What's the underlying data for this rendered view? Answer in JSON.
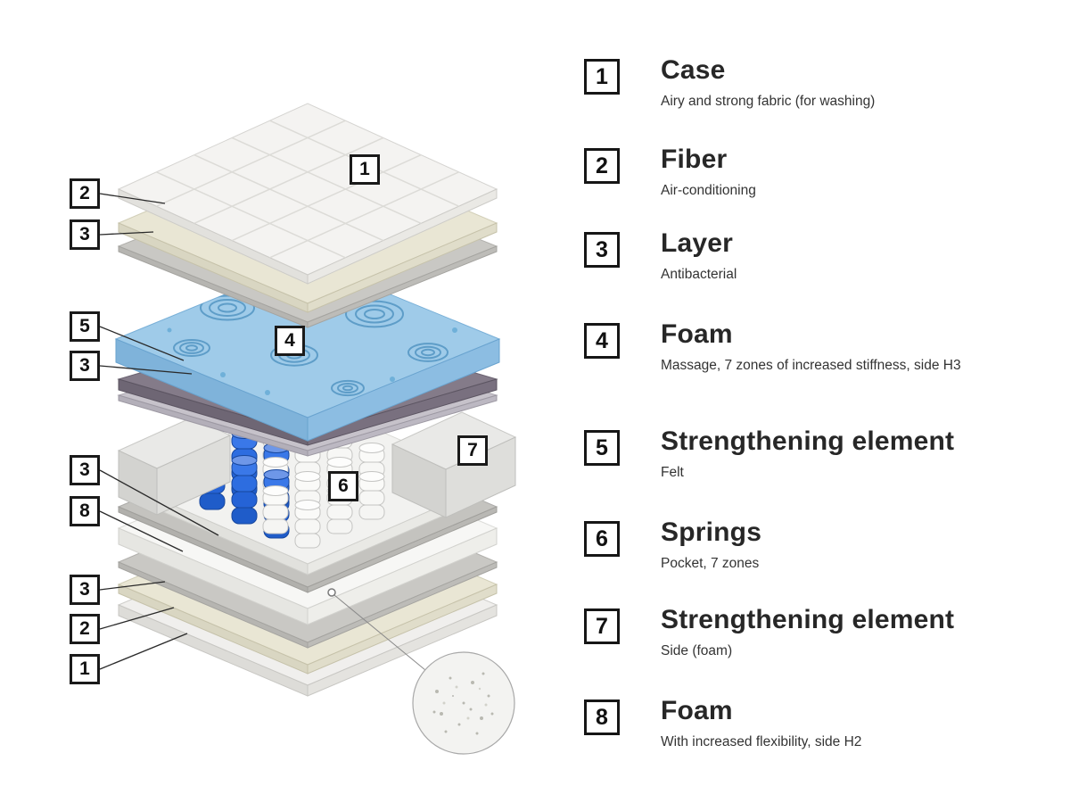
{
  "legend": {
    "items": [
      {
        "number": "1",
        "title": "Case",
        "subtitle": "Airy and strong fabric (for washing)"
      },
      {
        "number": "2",
        "title": "Fiber",
        "subtitle": "Air-conditioning"
      },
      {
        "number": "3",
        "title": "Layer",
        "subtitle": "Antibacterial"
      },
      {
        "number": "4",
        "title": "Foam",
        "subtitle": "Massage, 7 zones of increased stiffness, side H3"
      },
      {
        "number": "5",
        "title": "Strengthening element",
        "subtitle": "Felt"
      },
      {
        "number": "6",
        "title": "Springs",
        "subtitle": "Pocket, 7 zones"
      },
      {
        "number": "7",
        "title": "Strengthening element",
        "subtitle": "Side (foam)"
      },
      {
        "number": "8",
        "title": "Foam",
        "subtitle": "With increased flexibility, side H2"
      }
    ]
  },
  "diagram": {
    "markers": [
      "2",
      "3",
      "5",
      "3",
      "3",
      "8",
      "3",
      "2",
      "1",
      "1",
      "4",
      "6",
      "7"
    ],
    "colors": {
      "marker_border": "#1a1a1a",
      "foam_blue": "#9fcbe9",
      "spring_blue": "#2563d6",
      "fiber_cream": "#e9e6d4",
      "felt_dark": "#847b89"
    }
  }
}
